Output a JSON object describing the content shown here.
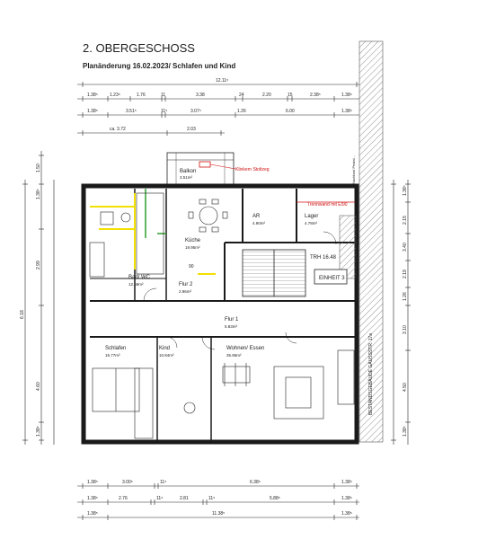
{
  "header": {
    "title": "2. OBERGESCHOSS",
    "subtitle": "Planänderung 16.02.2023/ Schlafen und Kind"
  },
  "dimensions": {
    "top_total": "12.11⁵",
    "top_row2": [
      "1.38⁵",
      "1.23⁵",
      "1.76",
      "11",
      "3.38",
      "24",
      "2.20",
      "15",
      "2.38⁵",
      "1.38⁵"
    ],
    "top_row3": [
      "1.38⁵",
      "3.51⁵",
      "11⁵",
      "3.07⁵",
      "1.26",
      "6.00",
      "1.38⁵"
    ],
    "top_row4": [
      "ca. 3.72",
      "2.03"
    ],
    "left": [
      "1.50",
      "1.38⁵",
      "2.99",
      "6.18",
      "4.60",
      "1.38⁵"
    ],
    "right": [
      "1.38⁵",
      "2.15",
      "3.40",
      "2.19",
      "1.26",
      "3.10",
      "4.50",
      "1.38⁵"
    ],
    "bottom_row1": [
      "1.38⁵",
      "3.00⁵",
      "11⁵",
      "6.38⁵",
      "1.38⁵"
    ],
    "bottom_row2": [
      "1.38⁵",
      "2.76",
      "11⁵",
      "2.81",
      "11⁵",
      "5.88⁵",
      "1.38⁵"
    ],
    "bottom_row3": [
      "1.38⁵",
      "11.38⁵",
      "1.38⁵"
    ]
  },
  "rooms": [
    {
      "name": "Küche",
      "area": "19.95m²"
    },
    {
      "name": "AR",
      "area": "4.90m²"
    },
    {
      "name": "Lager",
      "area": "4.78m²"
    },
    {
      "name": "Bad/ WC",
      "area": "12.59m²"
    },
    {
      "name": "Flur 2",
      "area": "2.96m²"
    },
    {
      "name": "Flur 1",
      "area": "5.83m²"
    },
    {
      "name": "Schlafen",
      "area": "15.77m²"
    },
    {
      "name": "Kind",
      "area": "10.84m²"
    },
    {
      "name": "Wohnen/ Essen",
      "area": "35.95m²"
    },
    {
      "name": "Balkon",
      "area": "3.51m²"
    }
  ],
  "annotations": {
    "stair": "TRH 16.48",
    "unit": "EINHEIT 3",
    "street_label": "BESTANDSGEBÄUDE GAUSSSTR. 17a",
    "balcony_note": "Klinkern Stoltzeg",
    "wall_note": "Trennwand mit EI90",
    "neighbour": "Nachbar/ Pestal...",
    "height": "90"
  },
  "colors": {
    "wall": "#1a1a1a",
    "hatch": "#888888",
    "accent_red": "#d01010",
    "accent_yellow": "#f2e000",
    "accent_green": "#2da02d"
  }
}
